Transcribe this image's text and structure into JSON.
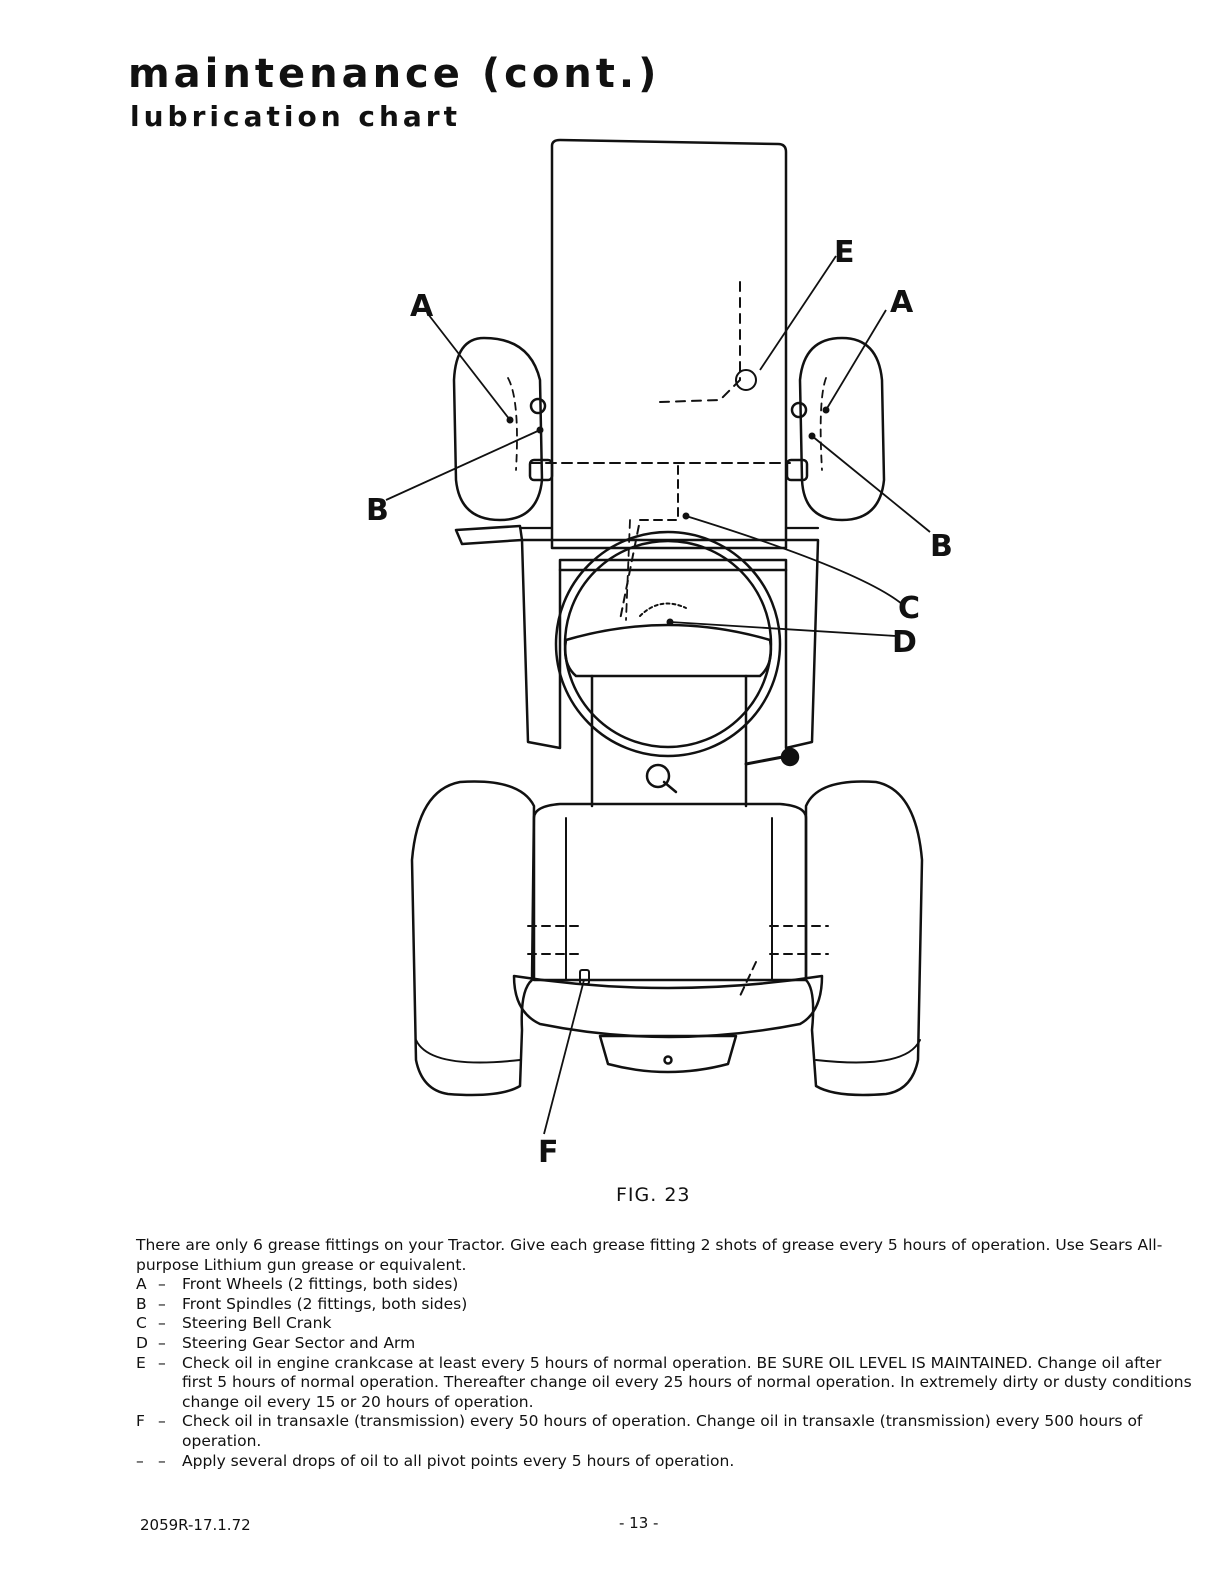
{
  "header": {
    "title": "maintenance (cont.)",
    "subtitle": "lubrication chart"
  },
  "figure": {
    "caption": "FIG. 23",
    "callouts": {
      "a_left": "A",
      "a_right": "A",
      "b_left": "B",
      "b_right": "B",
      "c": "C",
      "d": "D",
      "e": "E",
      "f": "F"
    }
  },
  "body": {
    "intro": "There are only 6 grease fittings on your Tractor. Give each grease fitting 2 shots of grease every 5 hours of operation. Use Sears All-purpose Lithium gun grease or equivalent.",
    "items": [
      {
        "key": "A",
        "sep": "–",
        "text": "Front Wheels (2 fittings, both sides)"
      },
      {
        "key": "B",
        "sep": "–",
        "text": "Front Spindles (2 fittings, both sides)"
      },
      {
        "key": "C",
        "sep": "–",
        "text": "Steering Bell Crank"
      },
      {
        "key": "D",
        "sep": "–",
        "text": "Steering Gear Sector and Arm"
      },
      {
        "key": "E",
        "sep": "–",
        "text": "Check oil in engine crankcase at least every 5 hours of normal operation. BE SURE OIL LEVEL IS MAINTAINED. Change oil after first 5 hours of normal operation. Thereafter change oil every 25 hours of normal operation. In extremely dirty or dusty conditions change oil every 15 or 20 hours of operation."
      },
      {
        "key": "F",
        "sep": "–",
        "text": "Check oil in transaxle (transmission) every 50 hours of operation. Change oil in transaxle (transmission) every 500 hours of operation."
      },
      {
        "key": "–",
        "sep": "–",
        "text": "Apply several drops of oil to all pivot points every 5 hours of operation."
      }
    ]
  },
  "footer": {
    "doc_code": "2059R-17.1.72",
    "page_number": "- 13 -"
  }
}
